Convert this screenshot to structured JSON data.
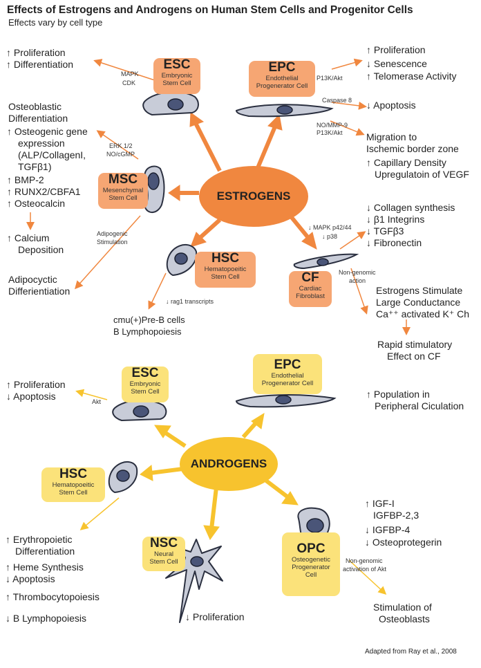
{
  "title": "Effects of Estrogens and Androgens on Human Stem Cells and Progenitor Cells",
  "subtitle": "Effects vary by cell type",
  "colors": {
    "estrogen_hub": "#f0873f",
    "estrogen_box": "#f6a673",
    "androgen_hub": "#f7c32e",
    "androgen_box": "#fbe27a",
    "cell_body": "#c8ccd8",
    "nucleus": "#4a5578"
  },
  "estrogens": {
    "hub": "ESTROGENS",
    "esc": {
      "abbr": "ESC",
      "name1": "Embryonic",
      "name2": "Stem Cell",
      "pathway1": "MAPK",
      "pathway2": "CDK",
      "effects": [
        "Proliferation",
        "Differentiation"
      ]
    },
    "epc": {
      "abbr": "EPC",
      "name1": "Endothelial",
      "name2": "Progenerator Cell",
      "pathway_a": "P13K/Akt",
      "pathway_b": "Caspase 8",
      "pathway_c1": "NO/MMP-9",
      "pathway_c2": "P13K/Akt",
      "effects_a": [
        "Proliferation",
        "Senescence",
        "Telomerase Activity"
      ],
      "effect_b": "Apoptosis",
      "migration1": "Migration to",
      "migration2": "Ischemic border zone",
      "effects_c": [
        "Capillary Density",
        "Upregulatoin of VEGF"
      ]
    },
    "msc": {
      "abbr": "MSC",
      "name1": "Mesenchymal",
      "name2": "Stem Cell",
      "pathway1": "ERK 1/2",
      "pathway2": "NO/cGMP",
      "osteo1": "Osteoblastic",
      "osteo2": "Differentiation",
      "gene1": "Osteogenic gene",
      "gene2": "expression",
      "gene3": "(ALP/CollagenI,",
      "gene4": "TGFβ1)",
      "markers": [
        "BMP-2",
        "RUNX2/CBFA1",
        "Osteocalcin"
      ],
      "calcium1": "Calcium",
      "calcium2": "Deposition",
      "adipo_path1": "Adipogenic",
      "adipo_path2": "Stimulation",
      "adipo1": "Adipocyctic",
      "adipo2": "Differientiation"
    },
    "hsc": {
      "abbr": "HSC",
      "name1": "Hematopoeitic",
      "name2": "Stem Cell",
      "rag": "rag1 transcripts",
      "effect1": "cmu(+)Pre-B cells",
      "effect2": "B Lymphopoiesis"
    },
    "cf": {
      "abbr": "CF",
      "name1": "Cardiac",
      "name2": "Fibroblast",
      "pathway1": "MAPK p42/44",
      "pathway2": "p38",
      "effects": [
        "Collagen synthesis",
        "β1 Integrins",
        "TGFβ3",
        "Fibronectin"
      ],
      "nongenomic1": "Non-genomic",
      "nongenomic2": "action",
      "stim1": "Estrogens Stimulate",
      "stim2": "Large Conductance",
      "stim3": "Ca⁺⁺ activated K⁺ Ch",
      "rapid1": "Rapid stimulatory",
      "rapid2": "Effect on CF"
    }
  },
  "androgens": {
    "hub": "ANDROGENS",
    "esc": {
      "abbr": "ESC",
      "name1": "Embryonic",
      "name2": "Stem Cell",
      "pathway": "Akt",
      "effects": [
        "Proliferation",
        "Apoptosis"
      ]
    },
    "epc": {
      "abbr": "EPC",
      "name1": "Endothelial",
      "name2": "Progenerator Cell",
      "effect1": "Population in",
      "effect2": "Peripheral Ciculation"
    },
    "hsc": {
      "abbr": "HSC",
      "name1": "Hematopoeitic",
      "name2": "Stem Cell",
      "ery1": "Erythropoietic",
      "ery2": "Differentiation",
      "heme": "Heme Synthesis",
      "apoptosis": "Apoptosis",
      "thrombo": "Thrombocytopoiesis",
      "blym": "B Lymphopoiesis"
    },
    "nsc": {
      "abbr": "NSC",
      "name1": "Neural",
      "name2": "Stem Cell",
      "effect": "Proliferation"
    },
    "opc": {
      "abbr": "OPC",
      "name1": "Osteogenetic",
      "name2": "Progenerator",
      "name3": "Cell",
      "igf1": "IGF-I",
      "igf2": "IGFBP-2,3",
      "igfbp4": "IGFBP-4",
      "opg": "Osteoprotegerin",
      "nongen1": "Non-genomic",
      "nongen2": "activation of Akt",
      "stim1": "Stimulation of",
      "stim2": "Osteoblasts"
    }
  },
  "credit": "Adapted from Ray et al., 2008"
}
